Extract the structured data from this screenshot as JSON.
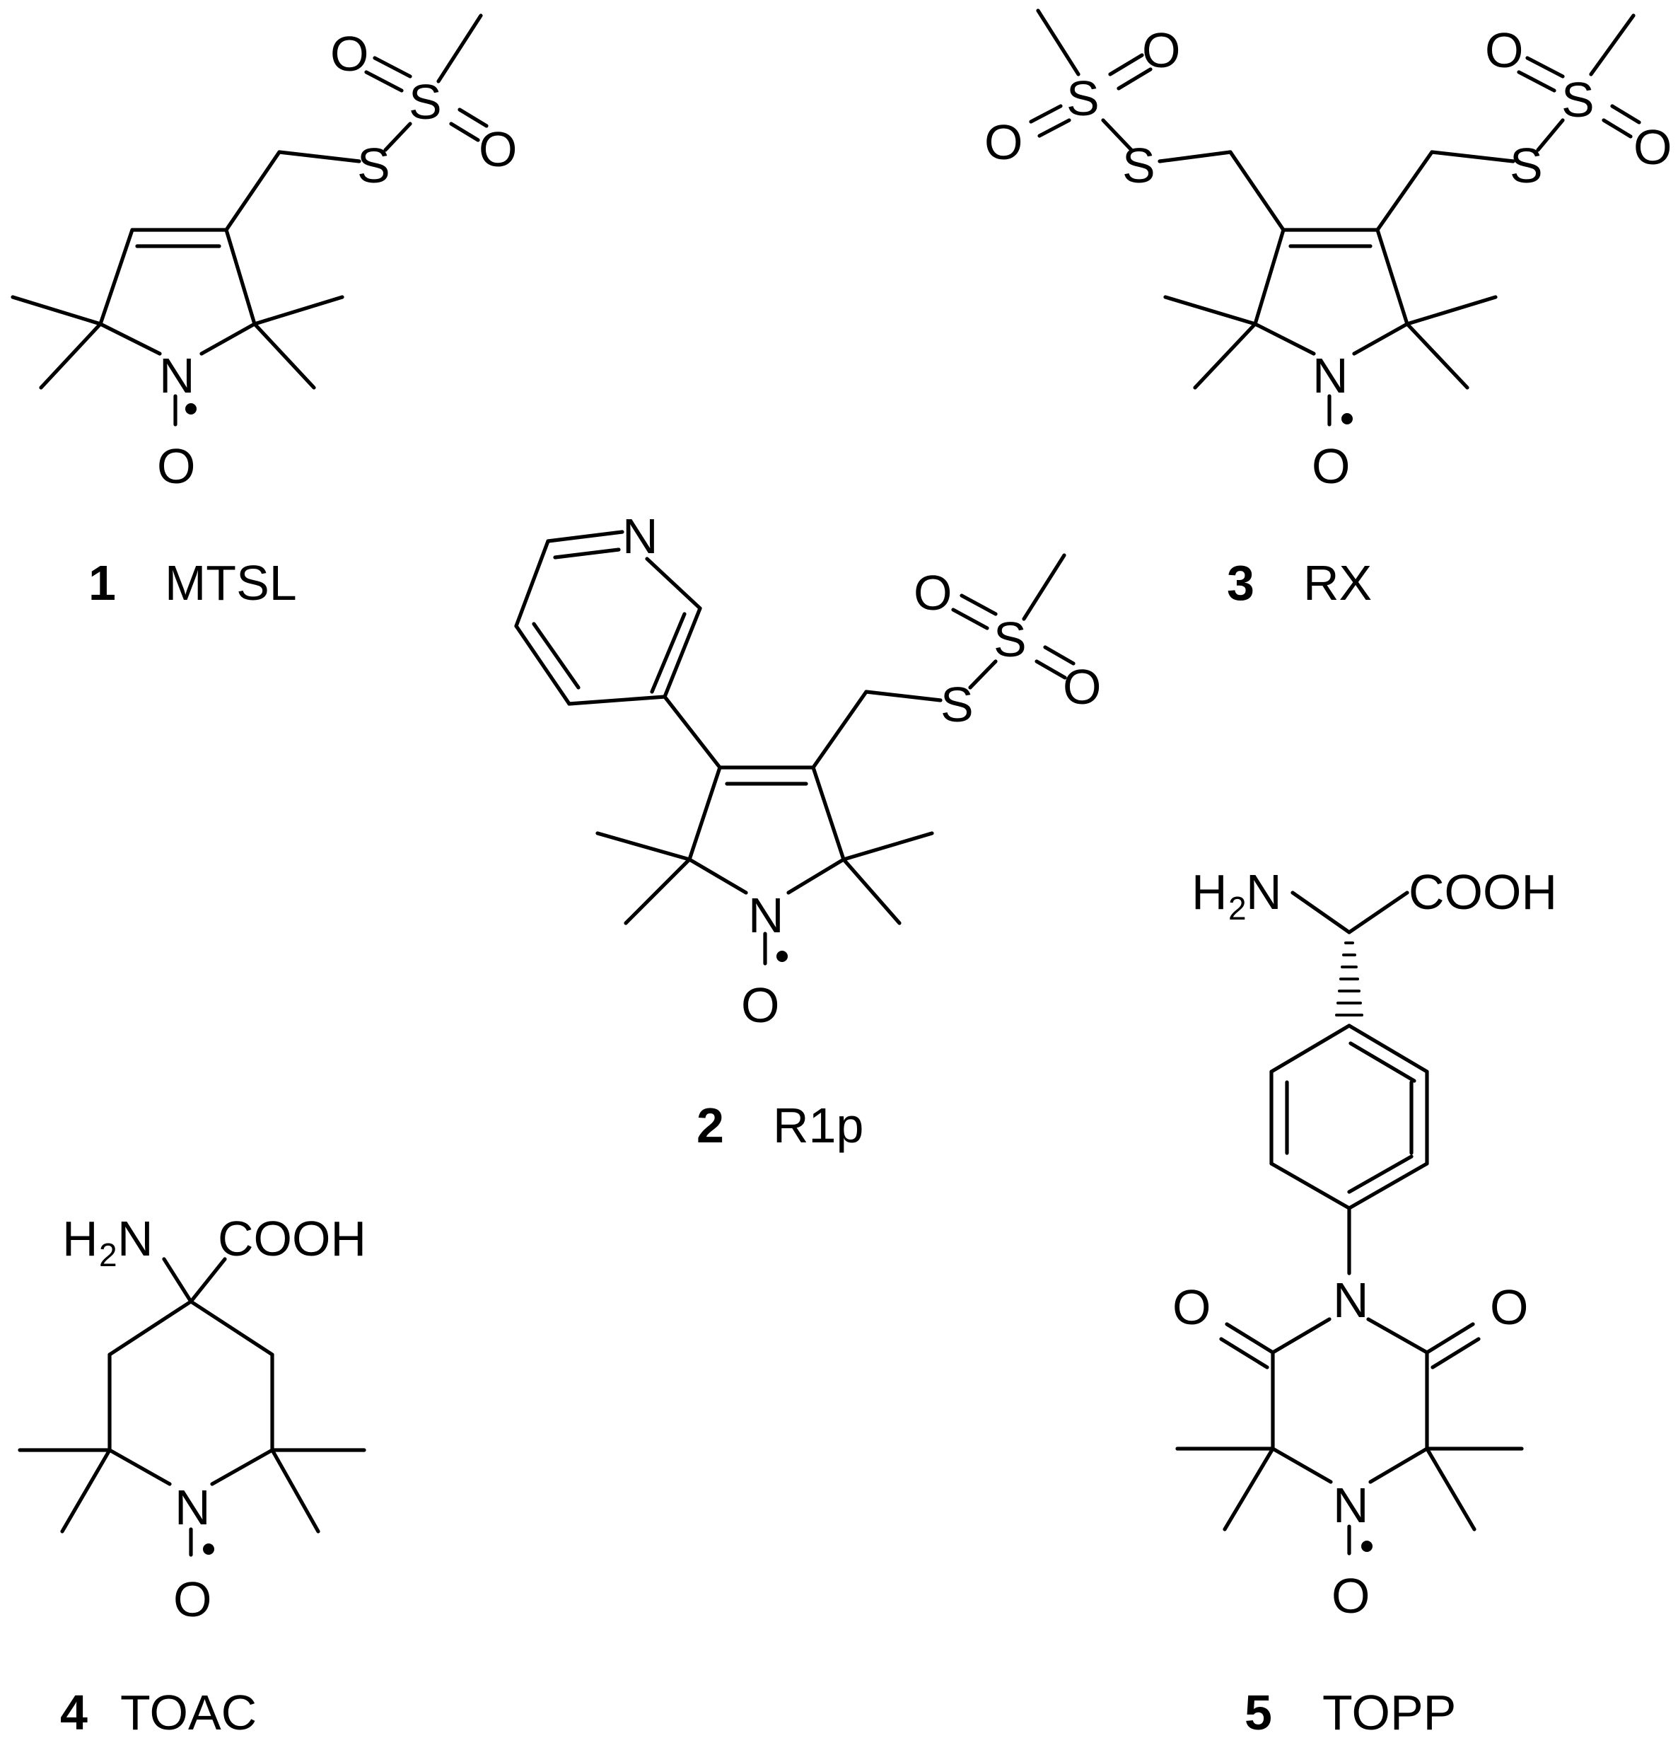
{
  "compounds": [
    {
      "number": "1",
      "name": "MTSL"
    },
    {
      "number": "2",
      "name": "R1p"
    },
    {
      "number": "3",
      "name": "RX"
    },
    {
      "number": "4",
      "name": "TOAC"
    },
    {
      "number": "5",
      "name": "TOPP"
    }
  ],
  "atoms": {
    "N": "N",
    "O": "O",
    "S": "S",
    "H2N_H": "H",
    "H2N_2": "2",
    "H2N_N": "N",
    "COOH": "COOH"
  }
}
